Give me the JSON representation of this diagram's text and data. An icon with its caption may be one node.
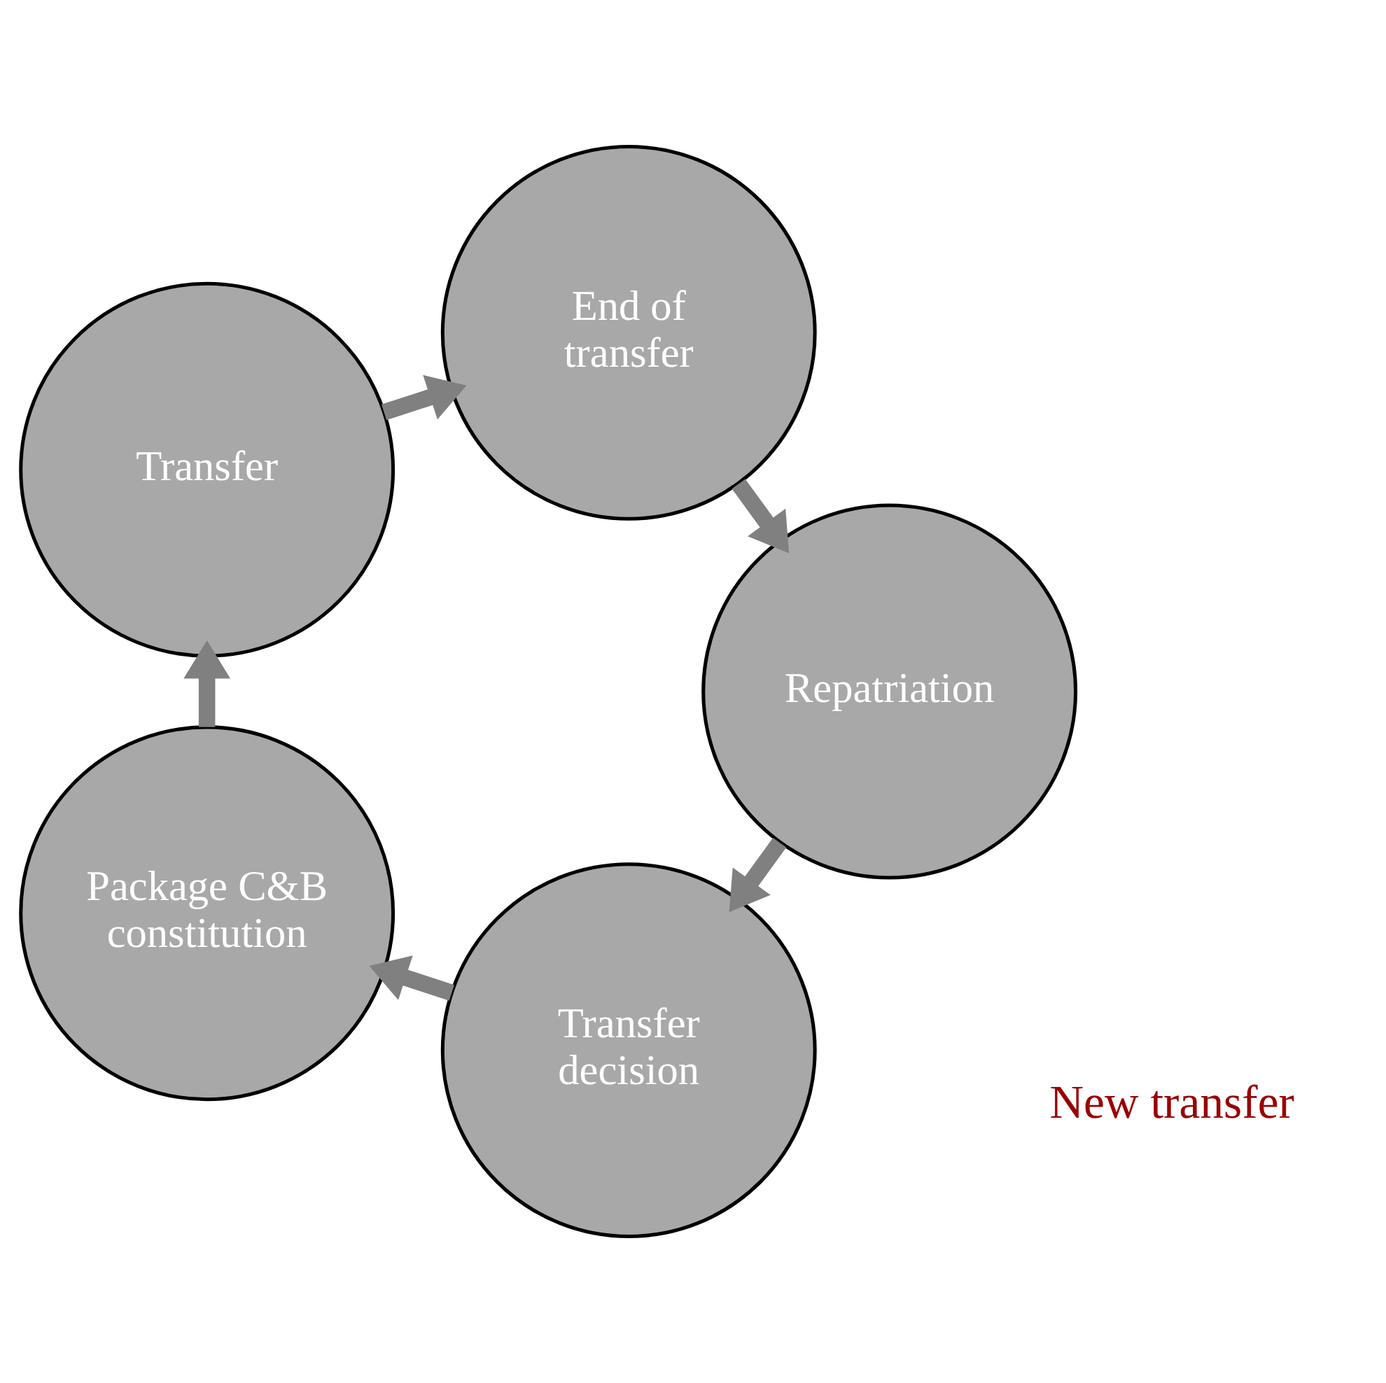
{
  "diagram": {
    "nodes": [
      {
        "text": [
          "Transfer decision"
        ]
      },
      {
        "text": [
          "Package C&B constitution"
        ]
      },
      {
        "text": [
          "Transfer"
        ]
      },
      {
        "text": [
          "End of transfer"
        ]
      },
      {
        "text": [
          "Repatriation"
        ]
      }
    ],
    "edges": [
      {
        "from": 0,
        "to": 1,
        "arrow": "to"
      },
      {
        "from": 1,
        "to": 2,
        "arrow": "to"
      },
      {
        "from": 2,
        "to": 3,
        "arrow": "to"
      },
      {
        "from": 3,
        "to": 4,
        "arrow": "to"
      },
      {
        "from": 4,
        "to": 0,
        "arrow": "to"
      }
    ],
    "labels": [
      "New transfer"
    ]
  }
}
